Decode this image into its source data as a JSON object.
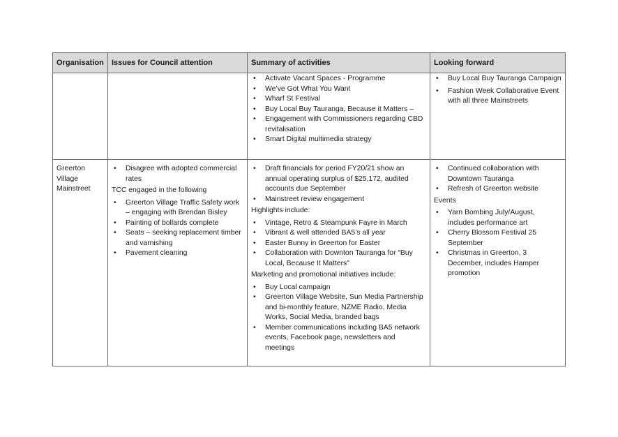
{
  "headers": [
    "Organisation",
    "Issues for Council attention",
    "Summary of activities",
    "Looking forward"
  ],
  "row1": {
    "organisation": "",
    "issues": [],
    "summary": [
      "Activate Vacant Spaces - Programme",
      "We’ve Got What You Want",
      "Wharf St Festival",
      "Buy Local Buy Tauranga, Because it Matters –",
      "Engagement with Commissioners regarding CBD revitalisation",
      "Smart Digital multimedia strategy"
    ],
    "forward": [
      "Buy Local Buy Tauranga Campaign",
      "Fashion Week Collaborative Event with all three Mainstreets"
    ]
  },
  "row2": {
    "organisation": "Greerton Village Mainstreet",
    "issues_list1": [
      "Disagree with adopted commercial rates"
    ],
    "issues_text": "TCC engaged in the following",
    "issues_list2": [
      "Greerton Village Traffic Safety work – engaging with Brendan Bisley",
      "Painting of bollards complete",
      "Seats – seeking replacement timber and varnishing",
      "Pavement cleaning"
    ],
    "summary_list1": [
      "Draft financials for period FY20/21 show an annual operating surplus of $25,172, audited accounts due September",
      "Mainstreet review engagement"
    ],
    "summary_text1": "Highlights include:",
    "summary_list2": [
      "Vintage, Retro & Steampunk Fayre in March",
      "Vibrant & well attended BA5’s all year",
      "Easter Bunny in Greerton for Easter",
      "Collaboration with Downton Tauranga for “Buy Local, Because It Matters\""
    ],
    "summary_text2": "Marketing and promotional initiatives include:",
    "summary_list3": [
      "Buy Local campaign",
      "Greerton Village Website, Sun Media Partnership and bi-monthly feature, NZME Radio, Media Works, Social Media, branded bags",
      "Member communications including BA5 network events, Facebook page, newsletters and meetings"
    ],
    "forward_list1": [
      "Continued collaboration with Downtown Tauranga",
      "Refresh of Greerton website"
    ],
    "forward_text": "Events",
    "forward_list2": [
      "Yarn Bombing July/August, includes performance art",
      "Cherry Blossom Festival 25 September",
      "Christmas in Greerton, 3 December, includes Hamper promotion"
    ]
  }
}
